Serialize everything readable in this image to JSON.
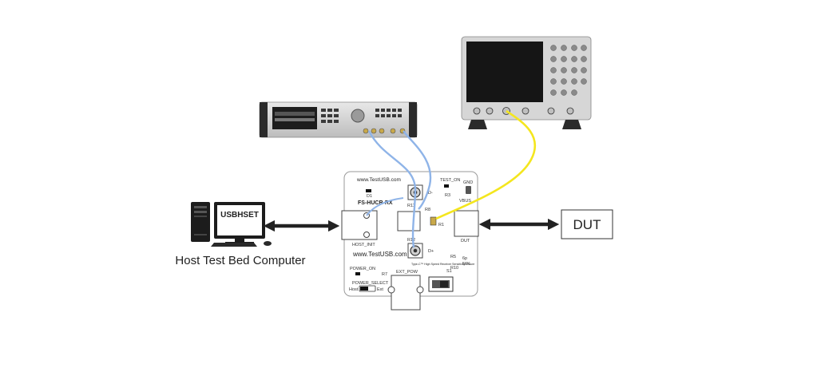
{
  "host": {
    "label": "Host Test Bed Computer",
    "screen_text": "USBHSET"
  },
  "dut": {
    "label": "DUT"
  },
  "fixture": {
    "url_top": "www.TestUSB.com",
    "model": "FS-HUCR-RX",
    "url_mid": "www.TestUSB.com",
    "test_on": "TEST_ON",
    "gnd": "GND",
    "vbus": "VBUS",
    "d_minus": "D-",
    "d_plus": "D+",
    "host_init": "HOST_INIT",
    "dut_port": "DUT",
    "power_on": "POWER_ON",
    "power_select": "POWER_SELECT",
    "host": "Host",
    "ext": "Ext",
    "ext_pow": "EXT_POW",
    "s1": "S1",
    "d1": "D1",
    "r1": "R1",
    "r3": "R3",
    "r5": "R5",
    "r7": "R7",
    "r8": "R8",
    "r10": "R10",
    "r11": "R11",
    "r12": "R12",
    "opt_6p": "6p",
    "opt_56k": "56K",
    "caption": "Type-C™ High Speed Receiver Sensitivity Fixture"
  },
  "colors": {
    "blue_cable": "#8fb4e8",
    "yellow_cable": "#f4e61e",
    "arrow": "#222222"
  }
}
